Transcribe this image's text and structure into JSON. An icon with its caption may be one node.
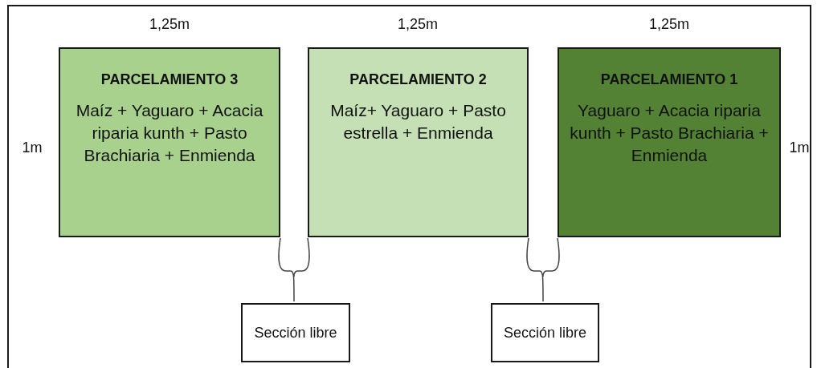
{
  "diagram": {
    "nodes": [
      {
        "text": [
          "PARCELAMIENTO 3",
          "Maíz + Yaguaro + Acacia riparia kunth + Pasto Brachiaria + Enmienda"
        ]
      },
      {
        "text": [
          "PARCELAMIENTO 2",
          "Maíz+ Yaguaro + Pasto estrella + Enmienda"
        ]
      },
      {
        "text": [
          "PARCELAMIENTO 1",
          "Yaguaro + Acacia riparia kunth + Pasto Brachiaria + Enmienda"
        ]
      },
      {
        "text": [
          "Sección libre"
        ]
      },
      {
        "text": [
          "Sección libre"
        ]
      }
    ],
    "edges": [],
    "labels": [
      "1,25m",
      "1,25m",
      "1,25m",
      "1m",
      "1m"
    ]
  }
}
